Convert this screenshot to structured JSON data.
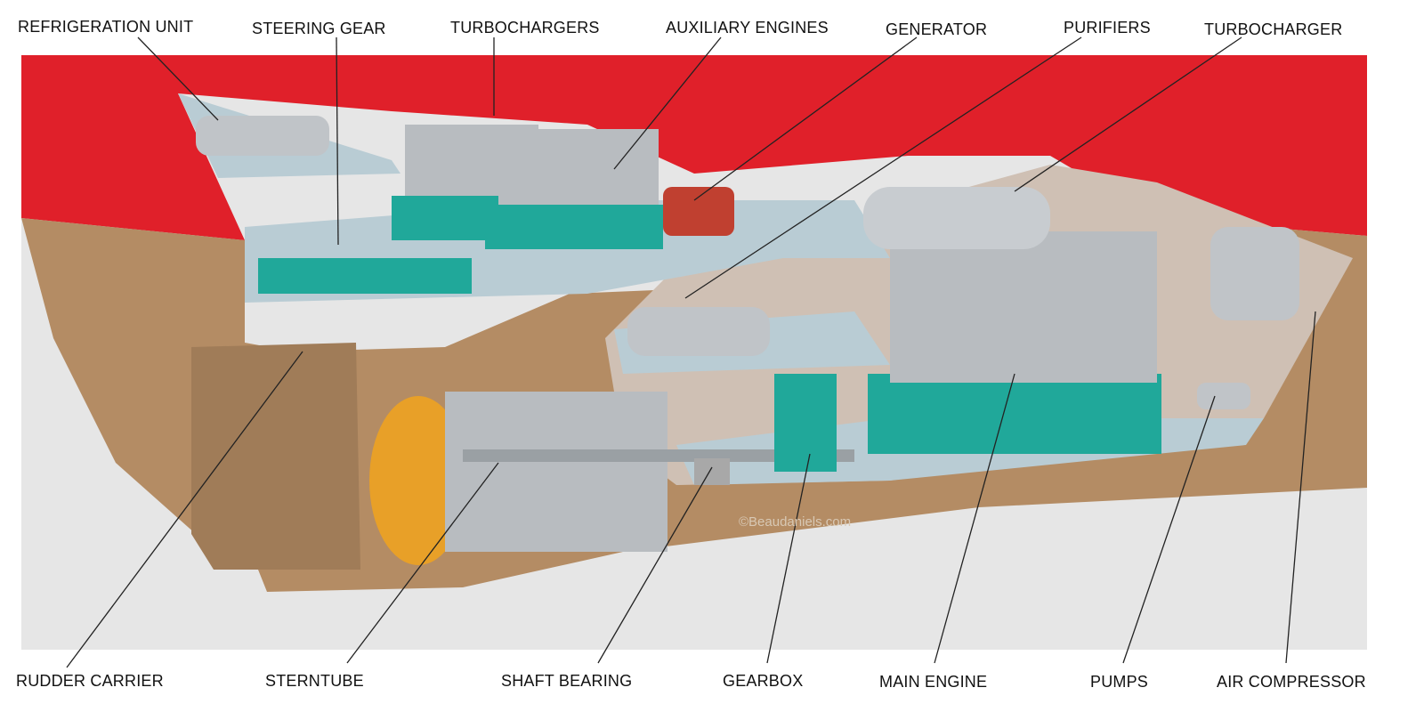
{
  "title": "Ship engine room cutaway",
  "labels_top": [
    "REFRIGERATION UNIT",
    "STEERING GEAR",
    "TURBOCHARGERS",
    "AUXILIARY ENGINES",
    "GENERATOR",
    "PURIFIERS",
    "TURBOCHARGER"
  ],
  "labels_bottom": [
    "RUDDER CARRIER",
    "STERNTUBE",
    "SHAFT BEARING",
    "GEARBOX",
    "MAIN ENGINE",
    "PUMPS",
    "AIR COMPRESSOR"
  ],
  "watermark": "©Beaudaniels.com",
  "colors": {
    "hull_red": "#e0202a",
    "hull_tan": "#b48c64",
    "deck": "#b9ccd4",
    "machinery_teal": "#20a89a",
    "metal": "#b8bcc0",
    "propeller": "#e8a028",
    "background": "#e6e6e6"
  }
}
